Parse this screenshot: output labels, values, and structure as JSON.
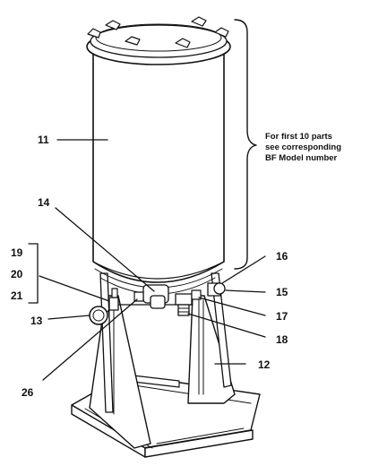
{
  "callouts": {
    "c11": "11",
    "c14": "14",
    "c19": "19",
    "c20": "20",
    "c21": "21",
    "c13": "13",
    "c26": "26",
    "c16": "16",
    "c15": "15",
    "c17": "17",
    "c18": "18",
    "c12": "12"
  },
  "note": {
    "line1": "For first 10 parts",
    "line2": "see corresponding",
    "line3": "BF Model number"
  },
  "colors": {
    "ink": "#111111",
    "background": "#ffffff"
  }
}
